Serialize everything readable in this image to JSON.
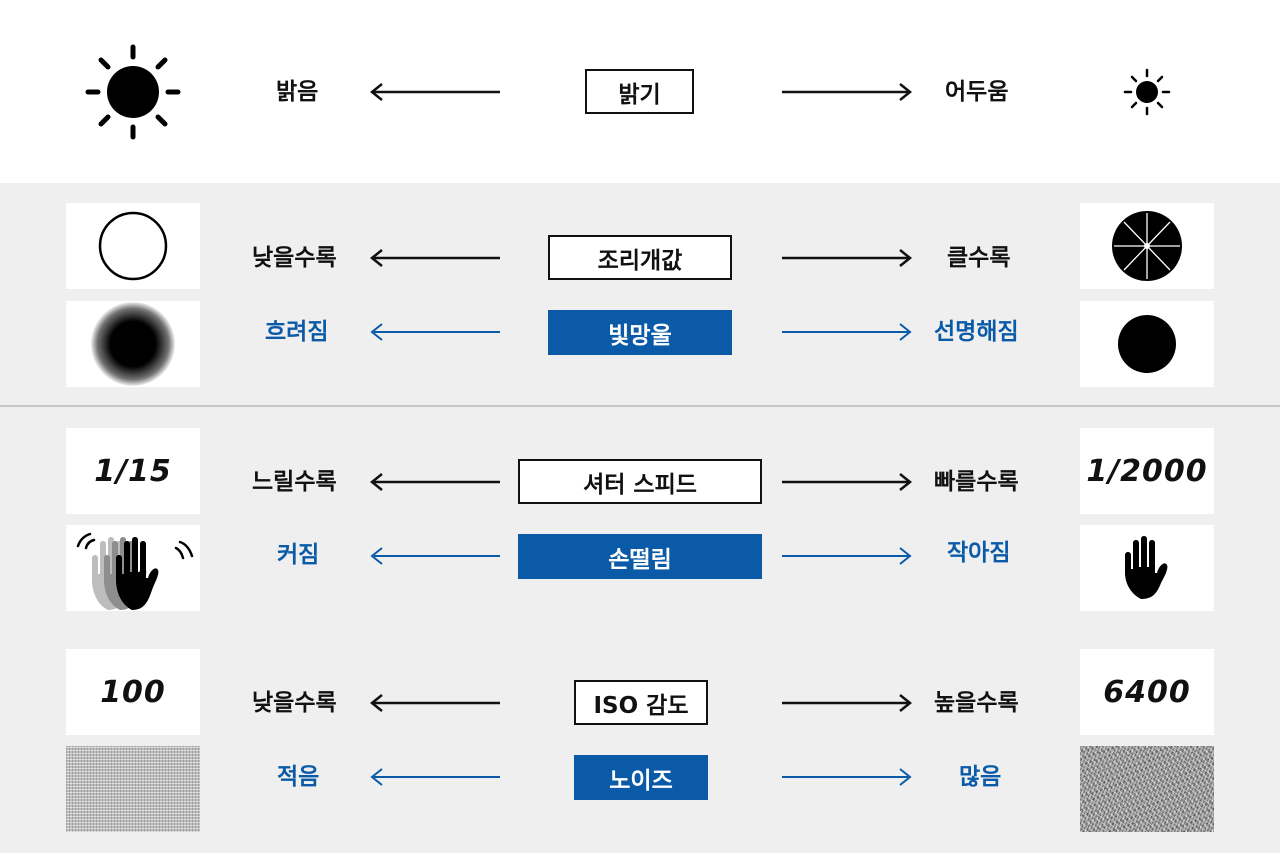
{
  "colors": {
    "accent_blue": "#0b5aa8",
    "text_black": "#111111",
    "band_gray": "#efefef"
  },
  "brightness": {
    "left": "밝음",
    "center": "밝기",
    "right": "어두움",
    "left_icon": "large-sun-icon",
    "right_icon": "small-sun-icon"
  },
  "aperture": {
    "left": "낮을수록",
    "center": "조리개값",
    "right": "클수록",
    "left_icon": "open-aperture-icon",
    "right_icon": "closed-aperture-icon"
  },
  "bokeh": {
    "left": "흐려짐",
    "center": "빛망울",
    "right": "선명해짐",
    "left_icon": "blurry-dot-icon",
    "right_icon": "sharp-dot-icon"
  },
  "shutter": {
    "left": "느릴수록",
    "center": "셔터 스피드",
    "right": "빠를수록",
    "left_value": "1/15",
    "right_value": "1/2000"
  },
  "shake": {
    "left": "커짐",
    "center": "손떨림",
    "right": "작아짐",
    "left_icon": "shaking-hand-icon",
    "right_icon": "steady-hand-icon"
  },
  "iso": {
    "left": "낮을수록",
    "center": "ISO 감도",
    "right": "높을수록",
    "left_value": "100",
    "right_value": "6400"
  },
  "noise": {
    "left": "적음",
    "center": "노이즈",
    "right": "많음",
    "left_icon": "low-noise-texture",
    "right_icon": "high-noise-texture"
  }
}
